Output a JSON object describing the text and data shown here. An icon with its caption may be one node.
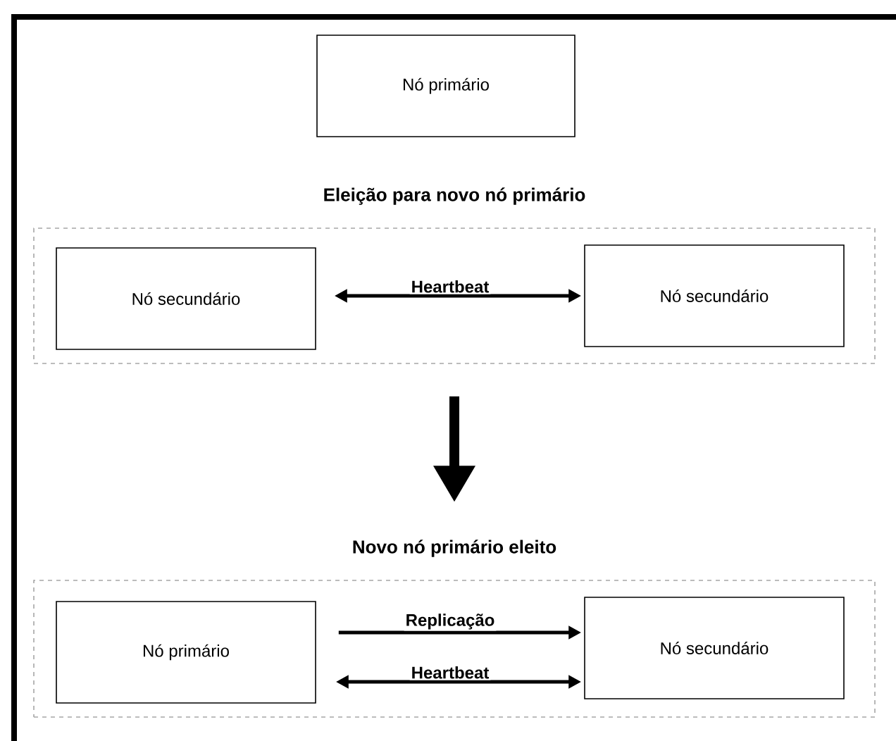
{
  "diagram": {
    "nodes": [
      {
        "text": [
          "Nó primário"
        ]
      },
      {
        "text": [
          "Eleição para novo nó primário"
        ]
      },
      {
        "text": [
          "Nó secundário"
        ],
        "in": 1
      },
      {
        "text": [
          "Nó secundário"
        ],
        "in": 1
      },
      {
        "text": [
          "Novo nó primário eleito"
        ]
      },
      {
        "text": [
          "Nó primário"
        ],
        "in": 4
      },
      {
        "text": [
          "Nó secundário"
        ],
        "in": 4
      }
    ],
    "edges": [
      {
        "from": 2,
        "to": 3,
        "arrow": "both",
        "label": "Heartbeat"
      },
      {
        "from": 1,
        "to": 4,
        "arrow": "to",
        "style": "thick"
      },
      {
        "from": 5,
        "to": 6,
        "arrow": "to",
        "label": "Replicação"
      },
      {
        "from": 5,
        "to": 6,
        "arrow": "both",
        "label": "Heartbeat"
      }
    ]
  }
}
